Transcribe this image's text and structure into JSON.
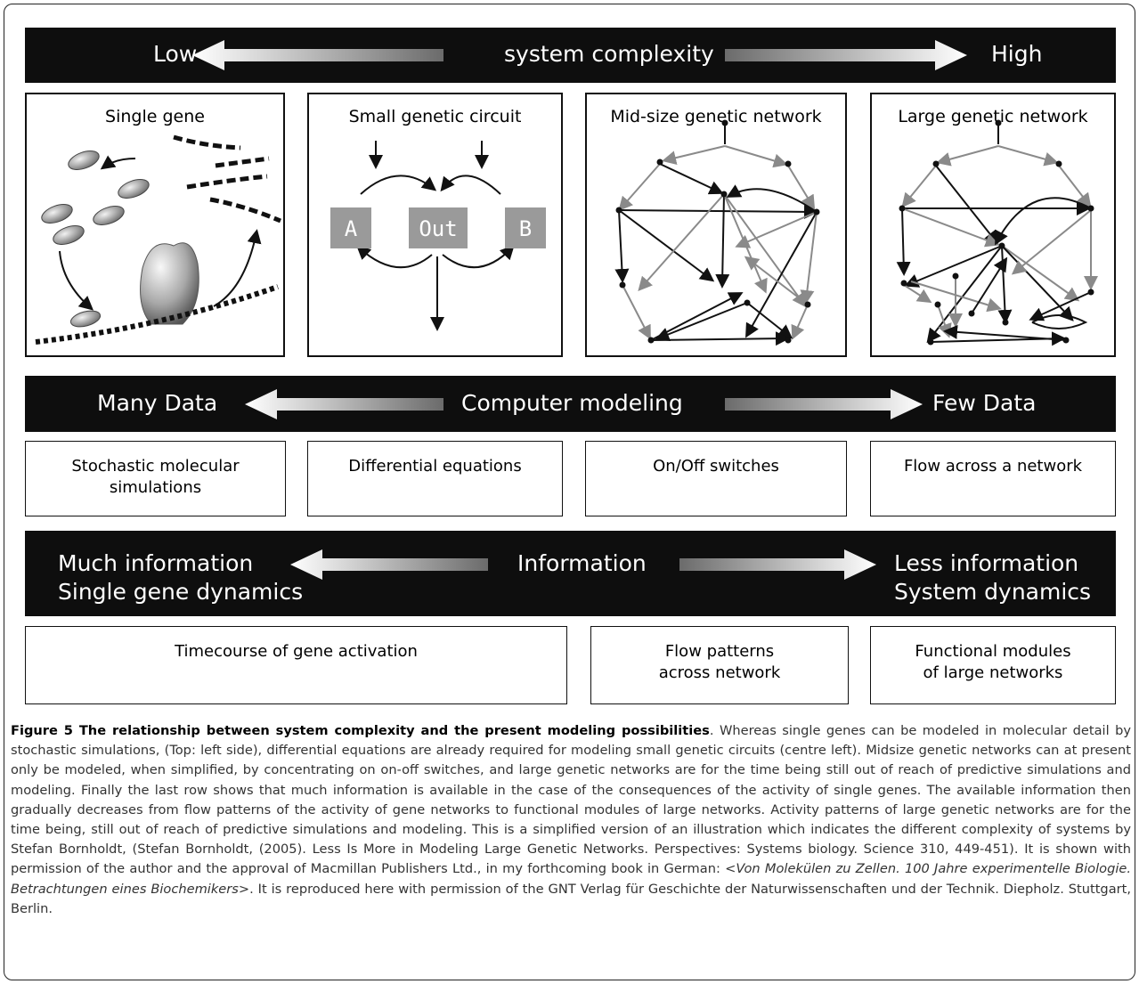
{
  "figure": {
    "band1": {
      "left": "Low",
      "center": "system complexity",
      "right": "High"
    },
    "panels": [
      {
        "title": "Single gene"
      },
      {
        "title": "Small genetic circuit",
        "boxes": [
          "A",
          "Out",
          "B"
        ]
      },
      {
        "title": "Mid-size genetic network"
      },
      {
        "title": "Large genetic network"
      }
    ],
    "band2": {
      "left": "Many Data",
      "center": "Computer modeling",
      "right": "Few Data"
    },
    "methods": [
      "Stochastic molecular\nsimulations",
      "Differential equations",
      "On/Off switches",
      "Flow across a network"
    ],
    "band3": {
      "left_line1": "Much information",
      "left_line2": "Single gene dynamics",
      "center": "Information",
      "right_line1": "Less information",
      "right_line2": "System dynamics"
    },
    "info_boxes": [
      "Timecourse of gene activation",
      "Flow patterns\nacross network",
      "Functional modules\nof large networks"
    ],
    "colors": {
      "band": "#0e0e0e",
      "gray_box": "#9a9a9a",
      "gray_arrow": "#8a8a8a"
    }
  },
  "caption": {
    "label": "Figure 5 The relationship between system complexity and the present modeling possibilities",
    "text1": ". Whereas single genes can be modeled in molecular detail by stochastic simulations, (Top: left side), differential equations are already required for modeling small genetic circuits (centre left). Midsize genetic networks can at present only be modeled, when simplified, by concentrating on on-off switches, and large genetic networks are for the time being still out of reach of predictive simulations and modeling. Finally the last row shows that much information is available in the case of the consequences of the activity of single genes. The available information then gradually decreases from flow patterns of the activity of gene networks to functional modules of large networks. Activity patterns of large genetic networks are for the time being, still out of reach of predictive simulations and modeling. This is a simplified version of an illustration which indicates the different complexity of systems by Stefan Bornholdt, (Stefan Bornholdt, (2005). Less Is More in Modeling Large Genetic Networks. Perspectives: Systems biology. Science 310, 449-451). It is shown with permission of the author and the approval of Macmillan Publishers Ltd., in my forthcoming book in German: ",
    "book": "<Von Molekülen zu Zellen. 100 Jahre experimentelle Biologie. Betrachtungen eines Biochemikers>",
    "text2": ". It is reproduced here with permission of the GNT Verlag für Geschichte der Naturwissenschaften und der Technik. Diepholz. Stuttgart, Berlin."
  }
}
